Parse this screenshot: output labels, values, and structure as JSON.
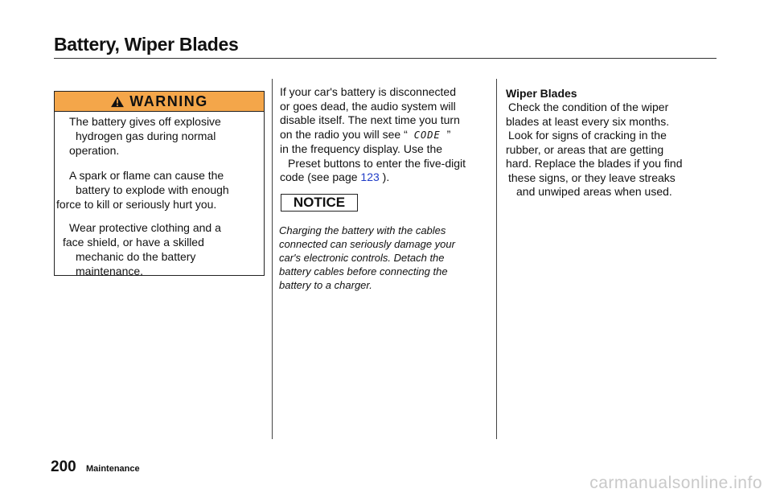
{
  "header": {
    "title": "Battery, Wiper Blades"
  },
  "warning": {
    "label": "WARNING",
    "para1": {
      "first": "The battery gives off explosive",
      "rest": "hydrogen gas during normal",
      "rest2": "operation."
    },
    "para2": {
      "first": "A spark or flame can cause the",
      "rest": "battery to explode with enough",
      "rest2": "force to kill or seriously hurt you."
    },
    "para3": {
      "first": "Wear protective clothing and a",
      "rest": "face shield, or have a skilled",
      "rest2": "mechanic do the battery",
      "rest3": "maintenance."
    }
  },
  "battery": {
    "line1": "If your car's battery is disconnected",
    "line2": "or goes dead, the audio system will",
    "line3": "disable itself. The next time you turn",
    "line4_pre": "on the radio you will see “",
    "code_display": "CODE",
    "line4_post": "”",
    "line5": "in the frequency display. Use the",
    "line6": "Preset buttons to enter the five-digit",
    "line7_pre": "code  (see page ",
    "page_link": "123",
    "line7_post": " )."
  },
  "notice": {
    "label": "NOTICE",
    "lines": [
      "Charging the battery with the cables",
      "connected can seriously damage your",
      "car's electronic controls. Detach the",
      "battery cables before connecting the",
      "battery to a charger."
    ]
  },
  "wiper": {
    "heading": "Wiper Blades",
    "lines": [
      "Check the condition of the wiper",
      "blades at least every six months.",
      "Look for signs of cracking in the",
      "rubber, or areas that are getting",
      "hard. Replace the blades if you find",
      "these signs, or they leave streaks",
      "and unwiped areas when used."
    ]
  },
  "footer": {
    "page_number": "200",
    "section": "Maintenance",
    "watermark": "carmanualsonline.info"
  },
  "colors": {
    "warning_header": "#f4a64a",
    "link": "#1f3cc7",
    "watermark": "#c9c9c9"
  }
}
